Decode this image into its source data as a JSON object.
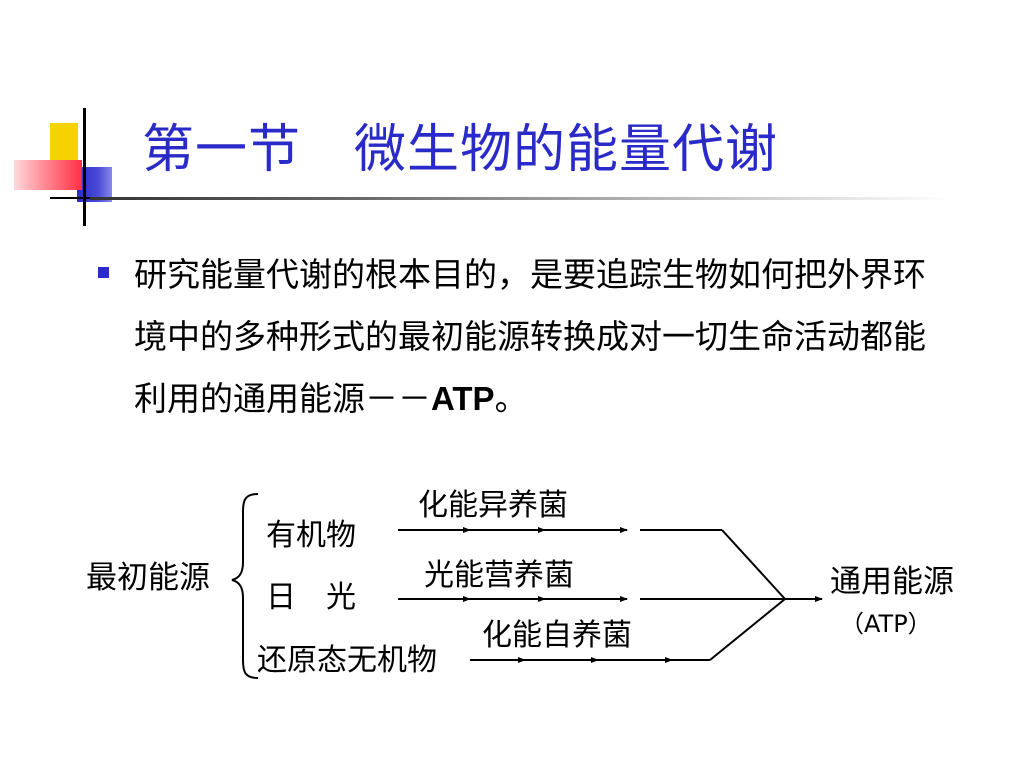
{
  "slide": {
    "title": "第一节　微生物的能量代谢",
    "bullet": {
      "text_main": "研究能量代谢的根本目的，是要追踪生物如何把外界环境中的多种形式的最初能源转换成对一切生命活动都能利用的通用能源－－",
      "text_atp": "ATP",
      "text_end": "。"
    },
    "diagram": {
      "source_label": "最初能源",
      "sources": [
        "有机物",
        "日　光",
        "还原态无机物"
      ],
      "organisms": [
        "化能异养菌",
        "光能营养菌",
        "化能自养菌"
      ],
      "target_label": "通用能源",
      "target_sub": "（ATP）"
    },
    "colors": {
      "title": "#2a2ac8",
      "bullet": "#2b2bcc",
      "deco_yellow": "#f6d200",
      "deco_red": "#ff2f44",
      "deco_blue": "#2b2bcc"
    }
  }
}
